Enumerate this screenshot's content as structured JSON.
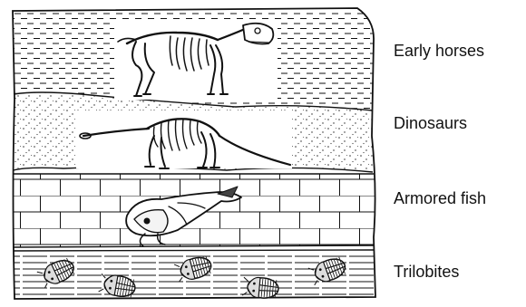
{
  "layers": [
    {
      "label": "Early horses"
    },
    {
      "label": "Dinosaurs"
    },
    {
      "label": "Armored fish"
    },
    {
      "label": "Trilobites"
    }
  ],
  "colors": {
    "ink": "#111111",
    "background": "#ffffff"
  }
}
